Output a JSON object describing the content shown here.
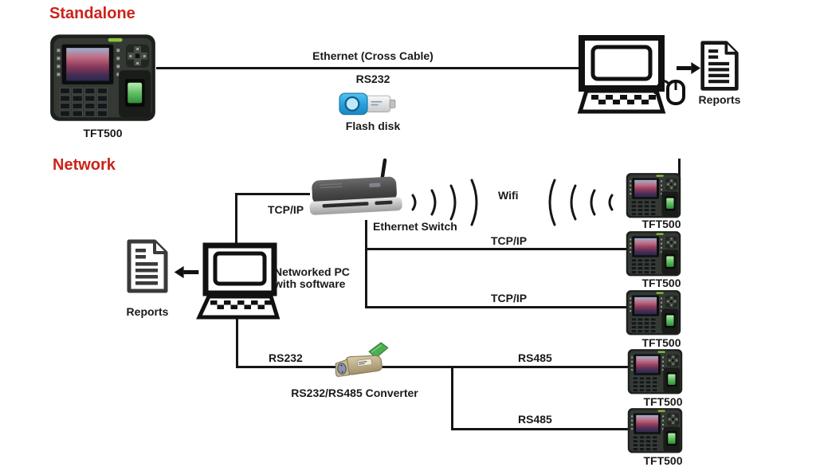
{
  "standalone": {
    "title": "Standalone",
    "device_label": "TFT500",
    "ethernet_label": "Ethernet (Cross Cable)",
    "rs232_label": "RS232",
    "flashdisk_label": "Flash disk",
    "reports_label": "Reports"
  },
  "network": {
    "title": "Network",
    "tcpip_pc_label": "TCP/IP",
    "switch_label": "Ethernet Switch",
    "wifi_label": "Wifi",
    "wifi_device_label": "TFT500",
    "pc_line1": "Networked PC",
    "pc_line2": "with software",
    "reports_label": "Reports",
    "rs232_label": "RS232",
    "converter_label": "RS232/RS485 Converter",
    "branches": [
      {
        "label": "TCP/IP",
        "device_label": "TFT500"
      },
      {
        "label": "TCP/IP",
        "device_label": "TFT500"
      },
      {
        "label": "RS485",
        "device_label": "TFT500"
      },
      {
        "label": "RS485",
        "device_label": "TFT500"
      }
    ]
  },
  "colors": {
    "accent_red": "#cb231b",
    "line": "#161616",
    "flashdisk_blue": "#27a3dd",
    "sensor_green": "#63c064"
  }
}
